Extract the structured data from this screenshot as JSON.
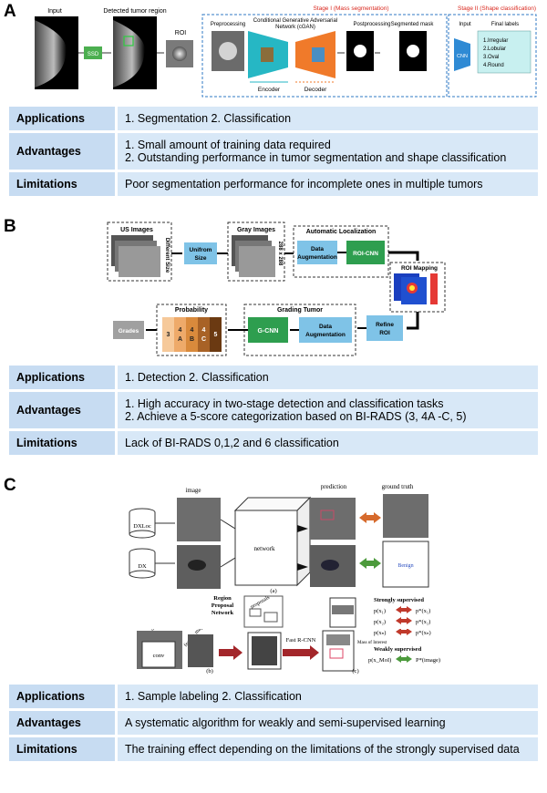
{
  "panels": [
    {
      "letter": "A",
      "stage1_label": "Stage I (Mass segmentation)",
      "stage2_label": "Stage II (Shape classification)",
      "input_label": "Input",
      "detected_label": "Detected tumor region",
      "ssd_label": "SSD",
      "roi_label": "ROI",
      "preprocessing_label": "Preprocessing",
      "cgan_label_1": "Conditional Generative Adversarial",
      "cgan_label_2": "Network (cGAN)",
      "postprocessing_label": "Postprocessing",
      "segmented_label": "Segmented mask",
      "input2_label": "Input",
      "final_labels_title": "Final labels",
      "final_labels": [
        "1.Irregular",
        "2.Lobular",
        "3.Oval",
        "4.Round"
      ],
      "cnn_label": "CNN",
      "encoder_label": "Encoder",
      "decoder_label": "Decoder",
      "table": {
        "applications_label": "Applications",
        "applications": "1. Segmentation 2. Classification",
        "advantages_label": "Advantages",
        "advantages": [
          "1. Small amount of training data required",
          "2. Outstanding performance in tumor segmentation and shape classification"
        ],
        "limitations_label": "Limitations",
        "limitations": "Poor segmentation performance for incomplete ones in multiple tumors"
      }
    },
    {
      "letter": "B",
      "us_images": "US Images",
      "different_size": "Different Size",
      "unifrom_size_1": "Unifrom",
      "unifrom_size_2": "Size",
      "gray_images": "Gray Images",
      "dim_label": "288 x 288",
      "auto_loc": "Automatic Localization",
      "data_aug_1": "Data",
      "data_aug_2": "Augmentation",
      "roi_cnn": "ROI-CNN",
      "roi_mapping": "ROI Mapping",
      "refine_1": "Refine",
      "refine_2": "ROI",
      "grading_tumor": "Grading Tumor",
      "g_cnn": "G-CNN",
      "probability": "Probability",
      "prob_cells": [
        "3",
        "4\nA",
        "4\nB",
        "4\nC",
        "5"
      ],
      "grades": "Grades",
      "table": {
        "applications_label": "Applications",
        "applications": "1. Detection 2. Classification",
        "advantages_label": "Advantages",
        "advantages": [
          "1. High accuracy in two-stage detection and classification tasks",
          "2. Achieve a 5-score categorization based on BI-RADS (3, 4A -C, 5)"
        ],
        "limitations_label": "Limitations",
        "limitations": "Lack of BI-RADS 0,1,2 and 6 classification"
      }
    },
    {
      "letter": "C",
      "image_label": "image",
      "prediction_label": "prediction",
      "ground_truth_label": "ground truth",
      "dxloc": "DXLoc",
      "dx": "DX",
      "network": "network",
      "benign": "Benign",
      "caption_a": "(a)",
      "rpn_1": "Region",
      "rpn_2": "Proposal",
      "rpn_3": "Network",
      "proposals": "proposals",
      "image2": "image",
      "feature_maps": "feature maps",
      "conv": "conv",
      "fast_rcnn": "Fast R-CNN",
      "caption_b": "(b)",
      "caption_c": "(c)",
      "strongly": "Strongly supervised",
      "strong_rows": [
        [
          "p(x₁)",
          "p*(x₁)"
        ],
        [
          "p(x₂)",
          "p*(x₂)"
        ],
        [
          "p(xₙ)",
          "p*(xₙ)"
        ]
      ],
      "mass_of_interest": "Mass of Interest",
      "weakly": "Weakly supervised",
      "weak_left": "p(x_MoI)",
      "weak_right": "P*(image)",
      "table": {
        "applications_label": "Applications",
        "applications": "1. Sample labeling 2. Classification",
        "advantages_label": "Advantages",
        "advantages": [
          "A systematic algorithm for weakly and semi-supervised learning"
        ],
        "limitations_label": "Limitations",
        "limitations": "The training effect depending on the limitations of the strongly supervised data"
      }
    }
  ]
}
